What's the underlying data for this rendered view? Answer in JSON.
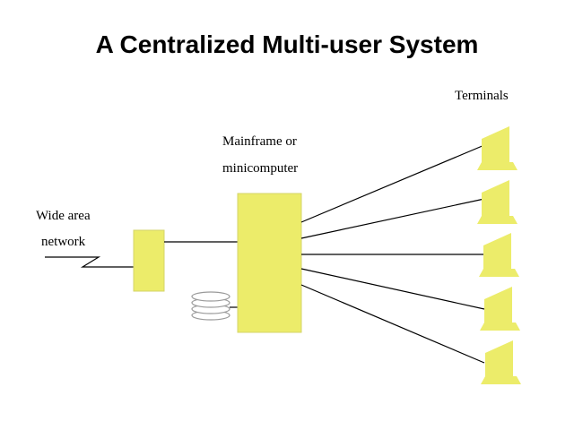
{
  "title": "A Centralized Multi-user System",
  "labels": {
    "terminals": "Terminals",
    "mainframe_line1": "Mainframe or",
    "mainframe_line2": "minicomputer",
    "wan_line1": "Wide area",
    "wan_line2": "network"
  },
  "colors": {
    "box_fill": "#ecec6a",
    "line": "#000000",
    "disk_stroke": "#9a9a9a"
  },
  "terminal_count": 5
}
